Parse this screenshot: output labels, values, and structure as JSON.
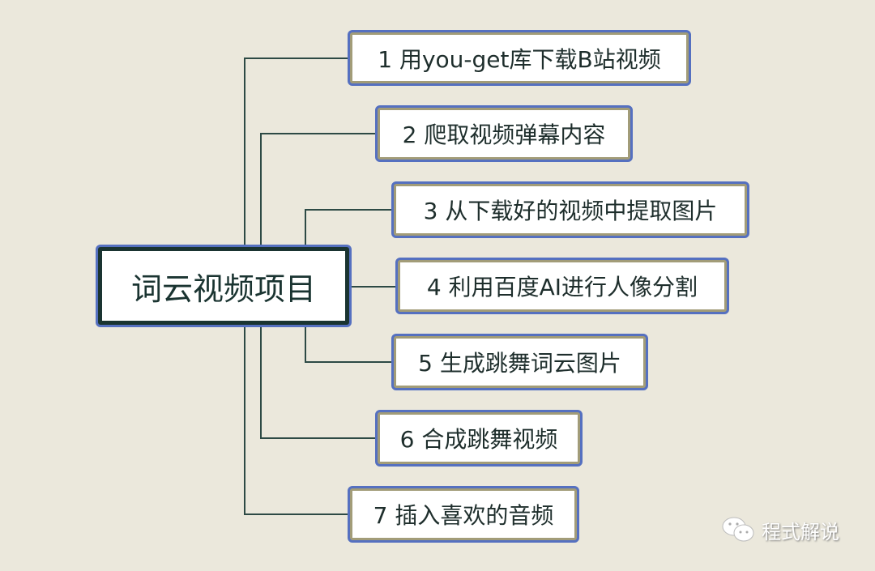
{
  "root": {
    "label": "词云视频项目"
  },
  "children": [
    {
      "label": "1 用you-get库下载B站视频"
    },
    {
      "label": "2 爬取视频弹幕内容"
    },
    {
      "label": "3 从下载好的视频中提取图片"
    },
    {
      "label": "4 利用百度AI进行人像分割"
    },
    {
      "label": "5 生成跳舞词云图片"
    },
    {
      "label": "6 合成跳舞视频"
    },
    {
      "label": "7 插入喜欢的音频"
    }
  ],
  "watermark": {
    "icon": "wechat-icon",
    "text": "程式解说"
  },
  "colors": {
    "background": "#ebe8dc",
    "node_border": "#5570c0",
    "connector": "#2d4a45"
  }
}
